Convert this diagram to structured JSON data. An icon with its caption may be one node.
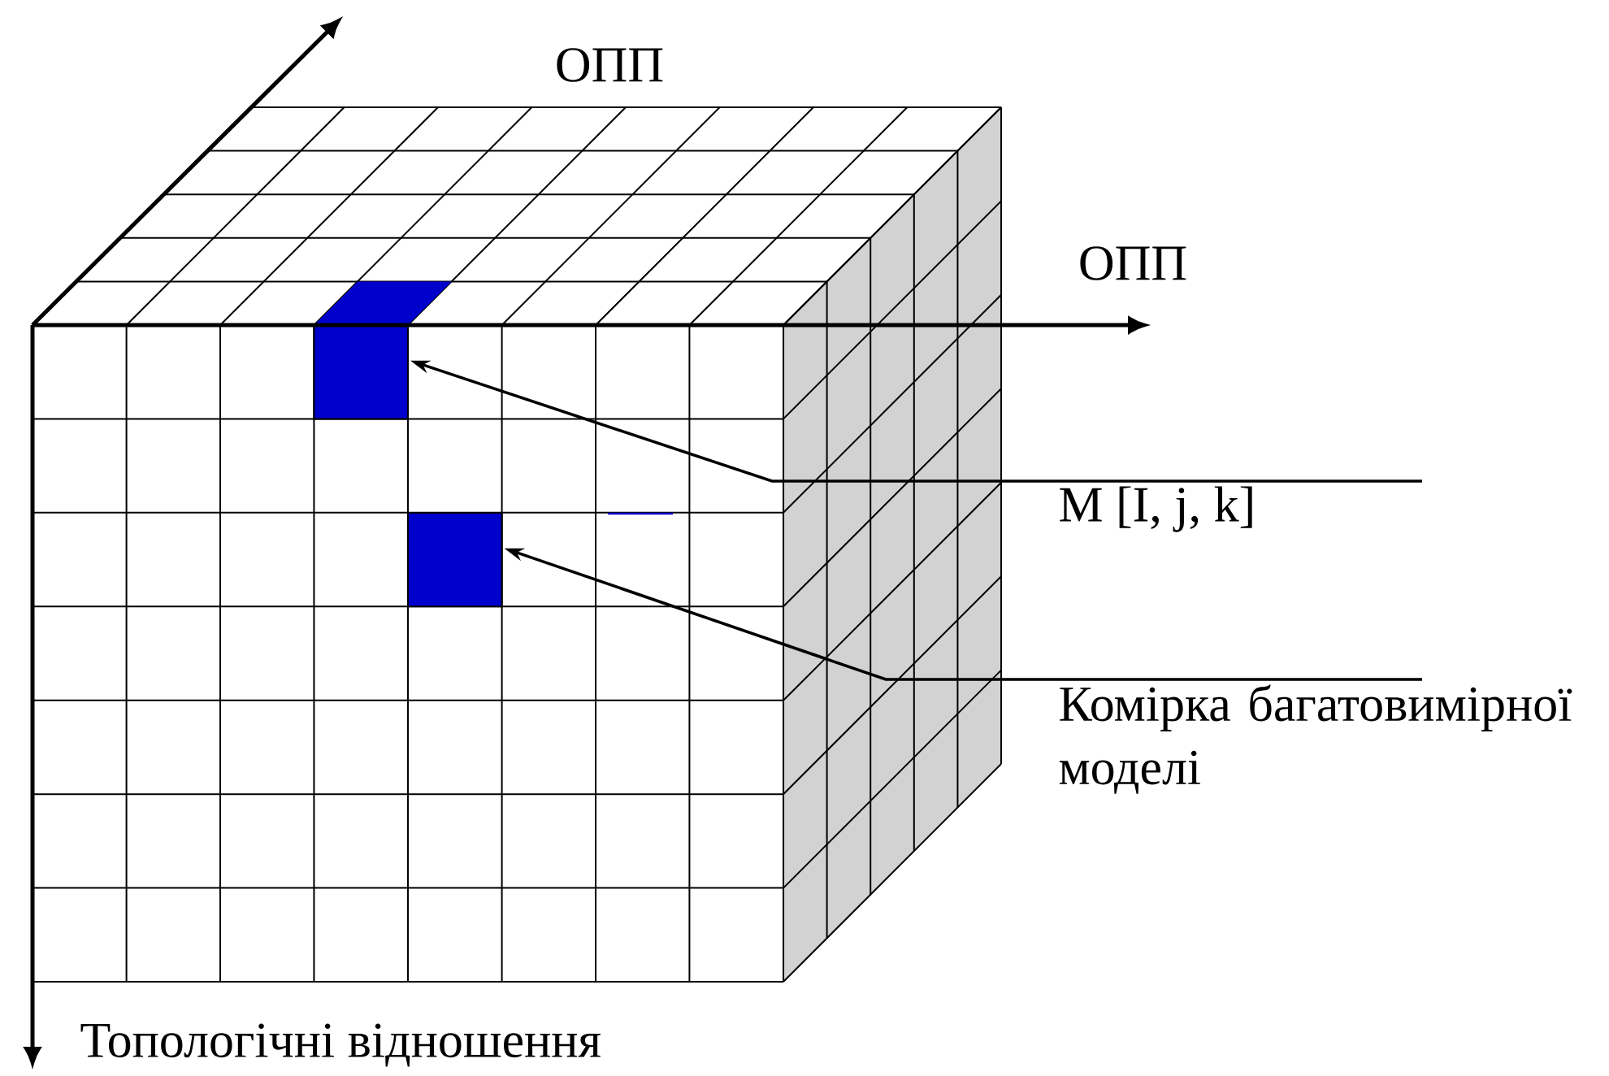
{
  "diagram": {
    "nodes": [
      {
        "text": [],
        "shape": "box"
      },
      {
        "text": [],
        "shape": "box"
      },
      {
        "text": [
          "M [I, j, k]"
        ]
      },
      {
        "text": [
          "Комірка багатовимірної моделі"
        ]
      }
    ],
    "edges": [
      {
        "from": 2,
        "to": 0,
        "arrow": "to"
      },
      {
        "from": 3,
        "to": 1,
        "arrow": "to"
      }
    ],
    "labels": [
      "ОПП",
      "ОПП",
      "Топологічні відношення"
    ]
  }
}
